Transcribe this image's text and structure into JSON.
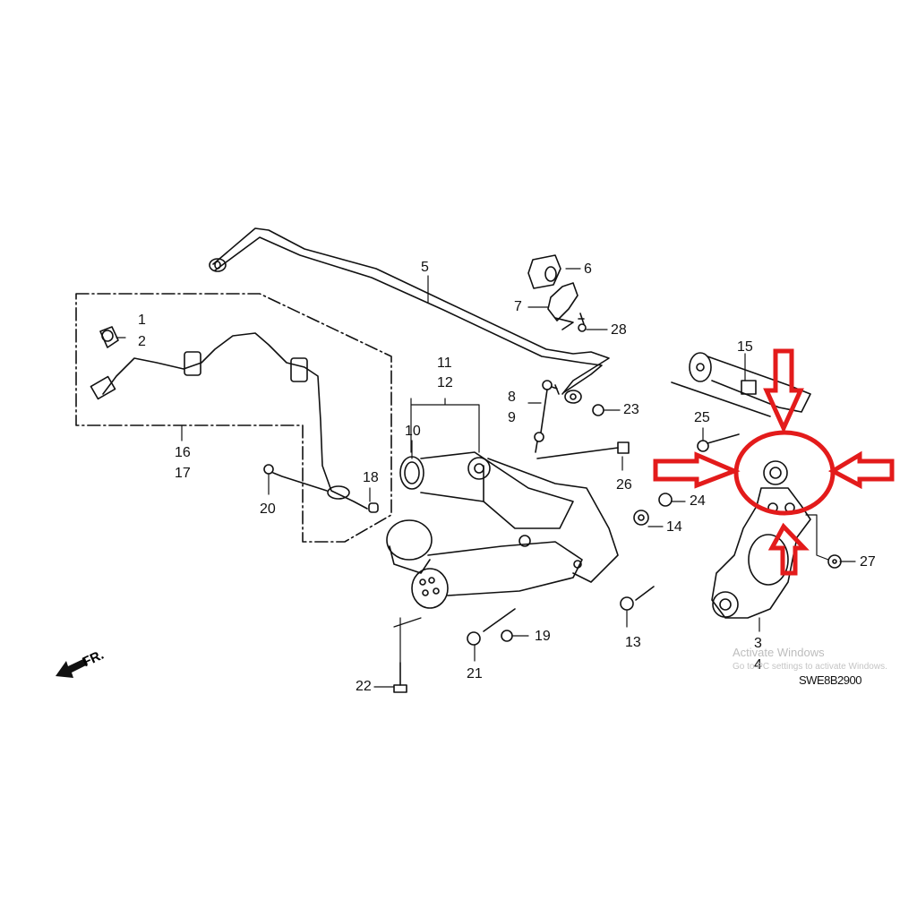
{
  "diagram": {
    "title_code": "SWE8B2900",
    "front_indicator": "FR.",
    "highlight_color": "#e31b1b",
    "line_color": "#111111",
    "callouts": [
      {
        "id": "1",
        "part": "clip"
      },
      {
        "id": "2",
        "part": "clip"
      },
      {
        "id": "3",
        "part": "knuckle"
      },
      {
        "id": "4",
        "part": "knuckle"
      },
      {
        "id": "5",
        "part": "stabilizer-bar"
      },
      {
        "id": "6",
        "part": "stabilizer-bushing"
      },
      {
        "id": "7",
        "part": "bushing-holder"
      },
      {
        "id": "8",
        "part": "stabilizer-link"
      },
      {
        "id": "9",
        "part": "stabilizer-link"
      },
      {
        "id": "10",
        "part": "bushing"
      },
      {
        "id": "11",
        "part": "lower-arm"
      },
      {
        "id": "12",
        "part": "lower-arm"
      },
      {
        "id": "13",
        "part": "bolt"
      },
      {
        "id": "14",
        "part": "adjusting-bolt-cam"
      },
      {
        "id": "15",
        "part": "upper-arm"
      },
      {
        "id": "16",
        "part": "abs-sensor"
      },
      {
        "id": "17",
        "part": "abs-sensor"
      },
      {
        "id": "18",
        "part": "nut"
      },
      {
        "id": "19",
        "part": "nut"
      },
      {
        "id": "20",
        "part": "bolt"
      },
      {
        "id": "21",
        "part": "bolt"
      },
      {
        "id": "22",
        "part": "bolt"
      },
      {
        "id": "23",
        "part": "nut"
      },
      {
        "id": "24",
        "part": "nut"
      },
      {
        "id": "25",
        "part": "bolt"
      },
      {
        "id": "26",
        "part": "bolt"
      },
      {
        "id": "27",
        "part": "washer"
      },
      {
        "id": "28",
        "part": "bolt"
      }
    ]
  },
  "watermark": {
    "line1": "Activate Windows",
    "line2": "Go to PC settings to activate Windows."
  }
}
